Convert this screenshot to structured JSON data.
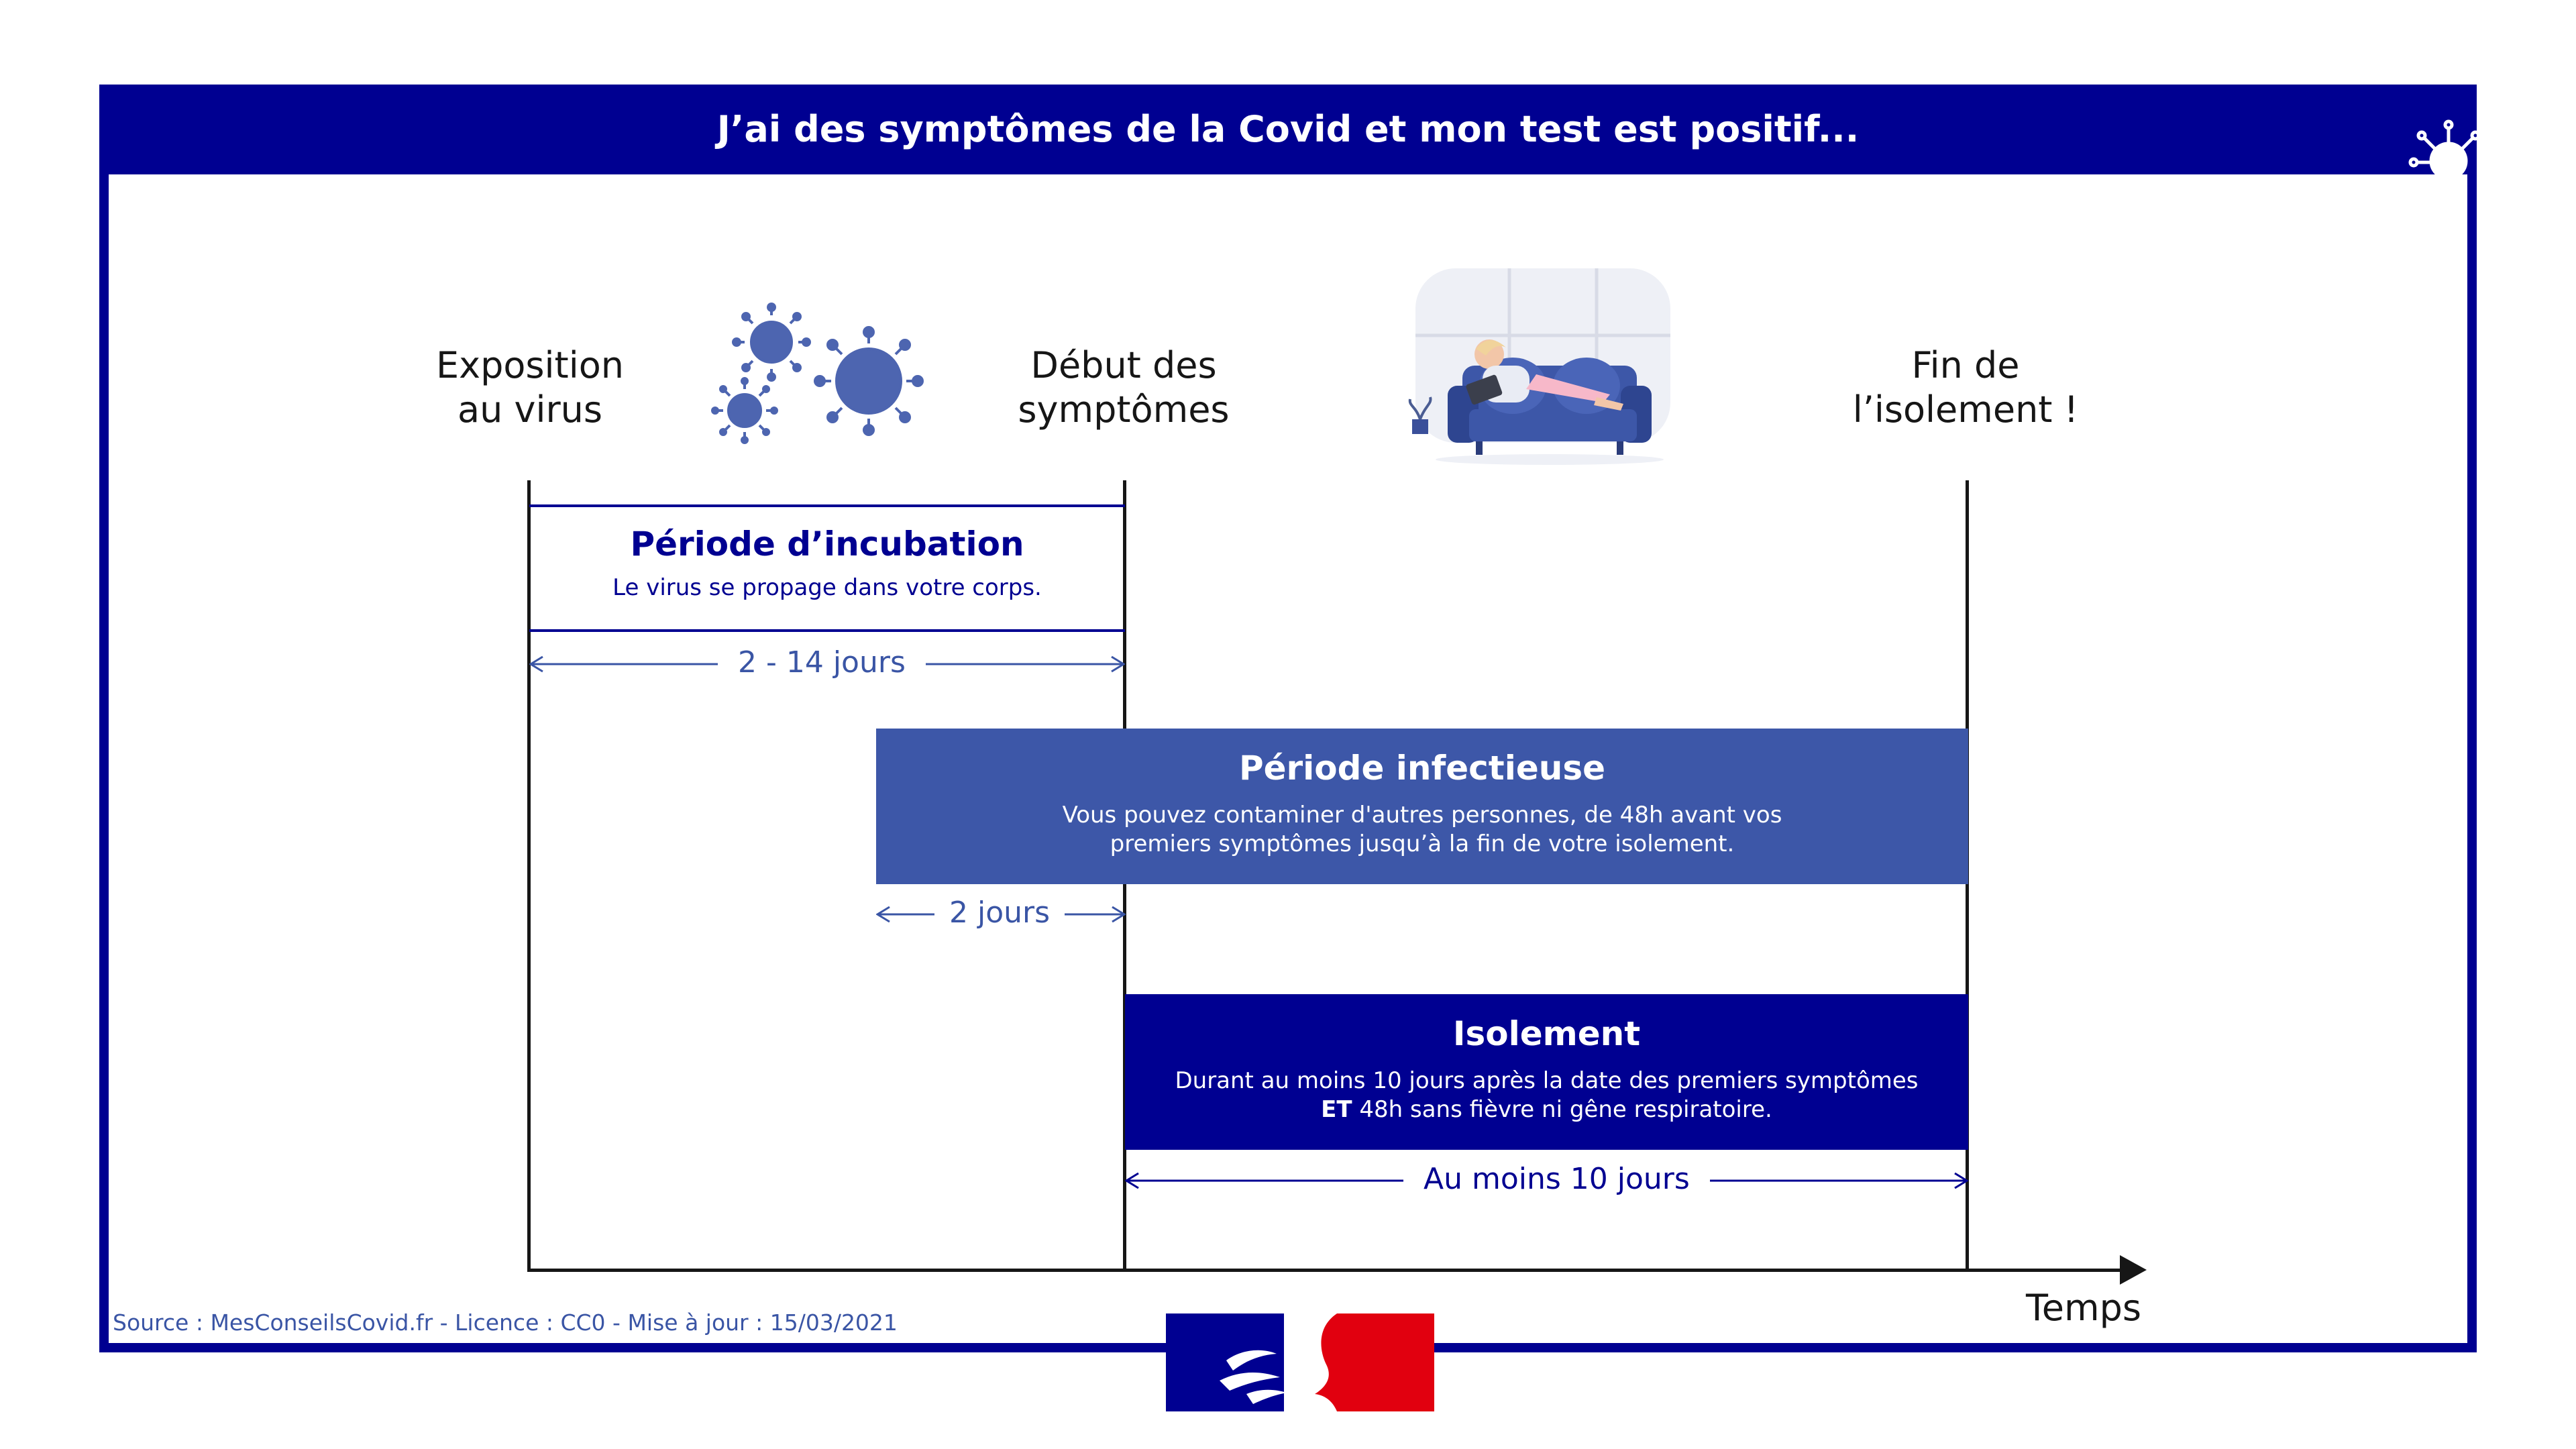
{
  "title": "J’ai des symptômes de la Covid et mon test est positif...",
  "milestones": {
    "exposure": [
      "Exposition",
      "au virus"
    ],
    "symptoms_start": [
      "Début des",
      "symptômes"
    ],
    "isolation_end": [
      "Fin de",
      "l’isolement !"
    ]
  },
  "incubation": {
    "title": "Période d’incubation",
    "text": "Le virus se propage dans votre corps.",
    "duration": "2 - 14 jours"
  },
  "infectious": {
    "title": "Période infectieuse",
    "lines": [
      "Vous pouvez contaminer d'autres personnes, de 48h avant vos",
      "premiers symptômes jusqu’à la fin de votre isolement."
    ],
    "duration": "2 jours"
  },
  "isolation": {
    "title": "Isolement",
    "line1": "Durant au moins 10 jours après la date des premiers symptômes",
    "line2_bold": "ET",
    "line2_rest": " 48h sans fièvre ni gêne respiratoire.",
    "duration": "Au moins 10 jours"
  },
  "axis_label": "Temps",
  "source": "Source : MesConseilsCovid.fr - Licence : CC0 - Mise à jour : 15/03/2021",
  "colors": {
    "navy": "#000091",
    "blue": "#3d57a8",
    "red": "#e1000f",
    "virus": "#4d65b0"
  },
  "icons": {
    "virus": "virus-icon",
    "sofa": "person-on-sofa-illustration",
    "logo": "marianne-logo"
  }
}
